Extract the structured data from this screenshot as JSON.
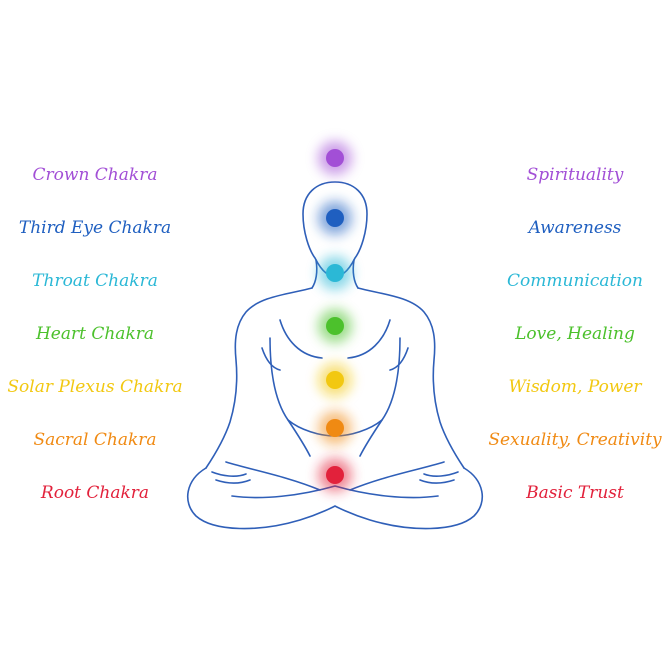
{
  "chakras": [
    {
      "name": "Crown Chakra",
      "meaning": "Spirituality",
      "color": "#a24fd6"
    },
    {
      "name": "Third Eye Chakra",
      "meaning": "Awareness",
      "color": "#1f5fc0"
    },
    {
      "name": "Throat Chakra",
      "meaning": "Communication",
      "color": "#2bb8d6"
    },
    {
      "name": "Heart Chakra",
      "meaning": "Love, Healing",
      "color": "#4cc12c"
    },
    {
      "name": "Solar Plexus Chakra",
      "meaning": "Wisdom, Power",
      "color": "#f2c811"
    },
    {
      "name": "Sacral Chakra",
      "meaning": "Sexuality, Creativity",
      "color": "#f08a13"
    },
    {
      "name": "Root Chakra",
      "meaning": "Basic Trust",
      "color": "#e2213b"
    }
  ],
  "figure_outline_color": "#2f5fb8"
}
